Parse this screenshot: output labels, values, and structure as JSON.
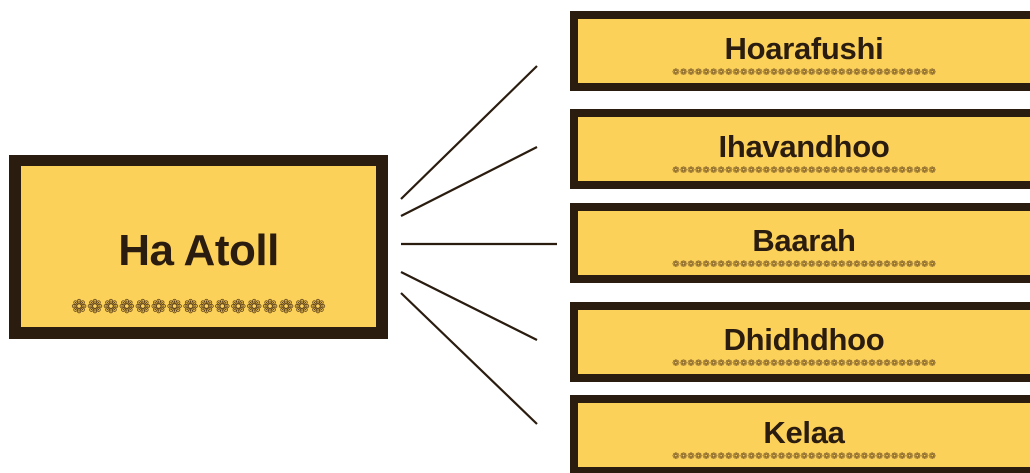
{
  "colors": {
    "box_fill": "#fcd15a",
    "box_border": "#2a1c0f",
    "text": "#2a1c0f",
    "ornament": "#6b4c22",
    "line": "#2a1c0f",
    "background": "#ffffff"
  },
  "root": {
    "title": "Ha Atoll",
    "ornament": "❁❁❁❁❁❁❁❁❁❁❁❁❁❁❁❁"
  },
  "islands": [
    {
      "name": "Hoarafushi",
      "ornament": "❁❁❁❁❁❁❁❁❁❁❁❁❁❁❁❁❁❁❁❁❁❁❁❁❁❁❁❁❁❁❁❁❁❁❁"
    },
    {
      "name": "Ihavandhoo",
      "ornament": "❁❁❁❁❁❁❁❁❁❁❁❁❁❁❁❁❁❁❁❁❁❁❁❁❁❁❁❁❁❁❁❁❁❁❁"
    },
    {
      "name": "Baarah",
      "ornament": "❁❁❁❁❁❁❁❁❁❁❁❁❁❁❁❁❁❁❁❁❁❁❁❁❁❁❁❁❁❁❁❁❁❁❁"
    },
    {
      "name": "Dhidhdhoo",
      "ornament": "❁❁❁❁❁❁❁❁❁❁❁❁❁❁❁❁❁❁❁❁❁❁❁❁❁❁❁❁❁❁❁❁❁❁❁"
    },
    {
      "name": "Kelaa",
      "ornament": "❁❁❁❁❁❁❁❁❁❁❁❁❁❁❁❁❁❁❁❁❁❁❁❁❁❁❁❁❁❁❁❁❁❁❁"
    }
  ]
}
